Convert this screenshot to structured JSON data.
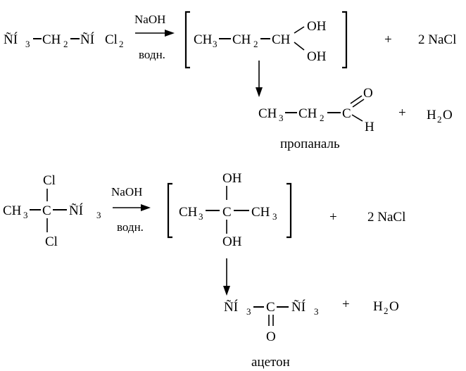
{
  "reaction1": {
    "reactant": {
      "g1": "ÑÍ",
      "s1": "3",
      "g2": "CH",
      "s2": "2",
      "g3": "ÑÍ",
      "g4": "Cl",
      "s4": "2"
    },
    "reagent": "NaOH",
    "condition": "водн.",
    "intermediate": {
      "g1": "CH",
      "s1": "3",
      "g2": "CH",
      "s2": "2",
      "g3": "CH",
      "oh1": "OH",
      "oh2": "OH"
    },
    "side_product": {
      "plus": "+",
      "text": "2 NaCl"
    },
    "product": {
      "g1": "CH",
      "s1": "3",
      "g2": "CH",
      "s2": "2",
      "g3": "C",
      "o": "O",
      "h": "H"
    },
    "water": {
      "plus": "+",
      "h": "H",
      "s": "2",
      "o": "O"
    },
    "product_name": "пропаналь"
  },
  "reaction2": {
    "reactant": {
      "cl_top": "Cl",
      "cl_bottom": "Cl",
      "g1": "CH",
      "s1": "3",
      "c": "C",
      "g3": "ÑÍ",
      "s3": "3"
    },
    "reagent": "NaOH",
    "condition": "водн.",
    "intermediate": {
      "oh_top": "OH",
      "oh_bottom": "OH",
      "g1": "CH",
      "s1": "3",
      "c": "C",
      "g3": "CH",
      "s3": "3"
    },
    "side_product": {
      "plus": "+",
      "text": "2 NaCl"
    },
    "product": {
      "g1": "ÑÍ",
      "s1": "3",
      "c": "C",
      "o": "O",
      "g3": "ÑÍ",
      "s3": "3"
    },
    "water": {
      "plus": "+",
      "h": "H",
      "s": "2",
      "o": "O"
    },
    "product_name": "ацетон"
  },
  "colors": {
    "ink": "#000000",
    "background": "#ffffff"
  }
}
